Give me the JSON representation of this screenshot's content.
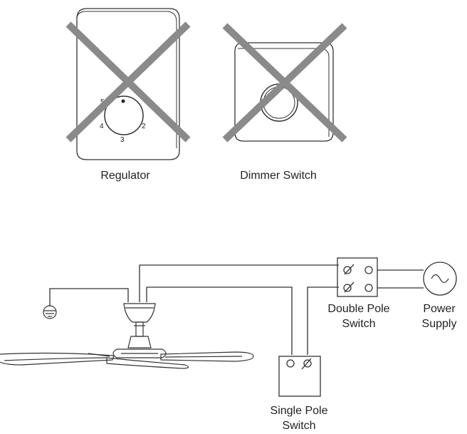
{
  "devices": {
    "regulator": {
      "label": "Regulator",
      "scale": [
        "5",
        "4",
        "3",
        "2"
      ]
    },
    "dimmer": {
      "label": "Dimmer Switch"
    }
  },
  "wiring": {
    "double_pole": {
      "line1": "Double Pole",
      "line2": "Switch"
    },
    "power_supply": {
      "line1": "Power",
      "line2": "Supply"
    },
    "single_pole": {
      "line1": "Single Pole",
      "line2": "Switch"
    }
  },
  "colors": {
    "line": "#333333",
    "cross": "#8a8a8a"
  }
}
